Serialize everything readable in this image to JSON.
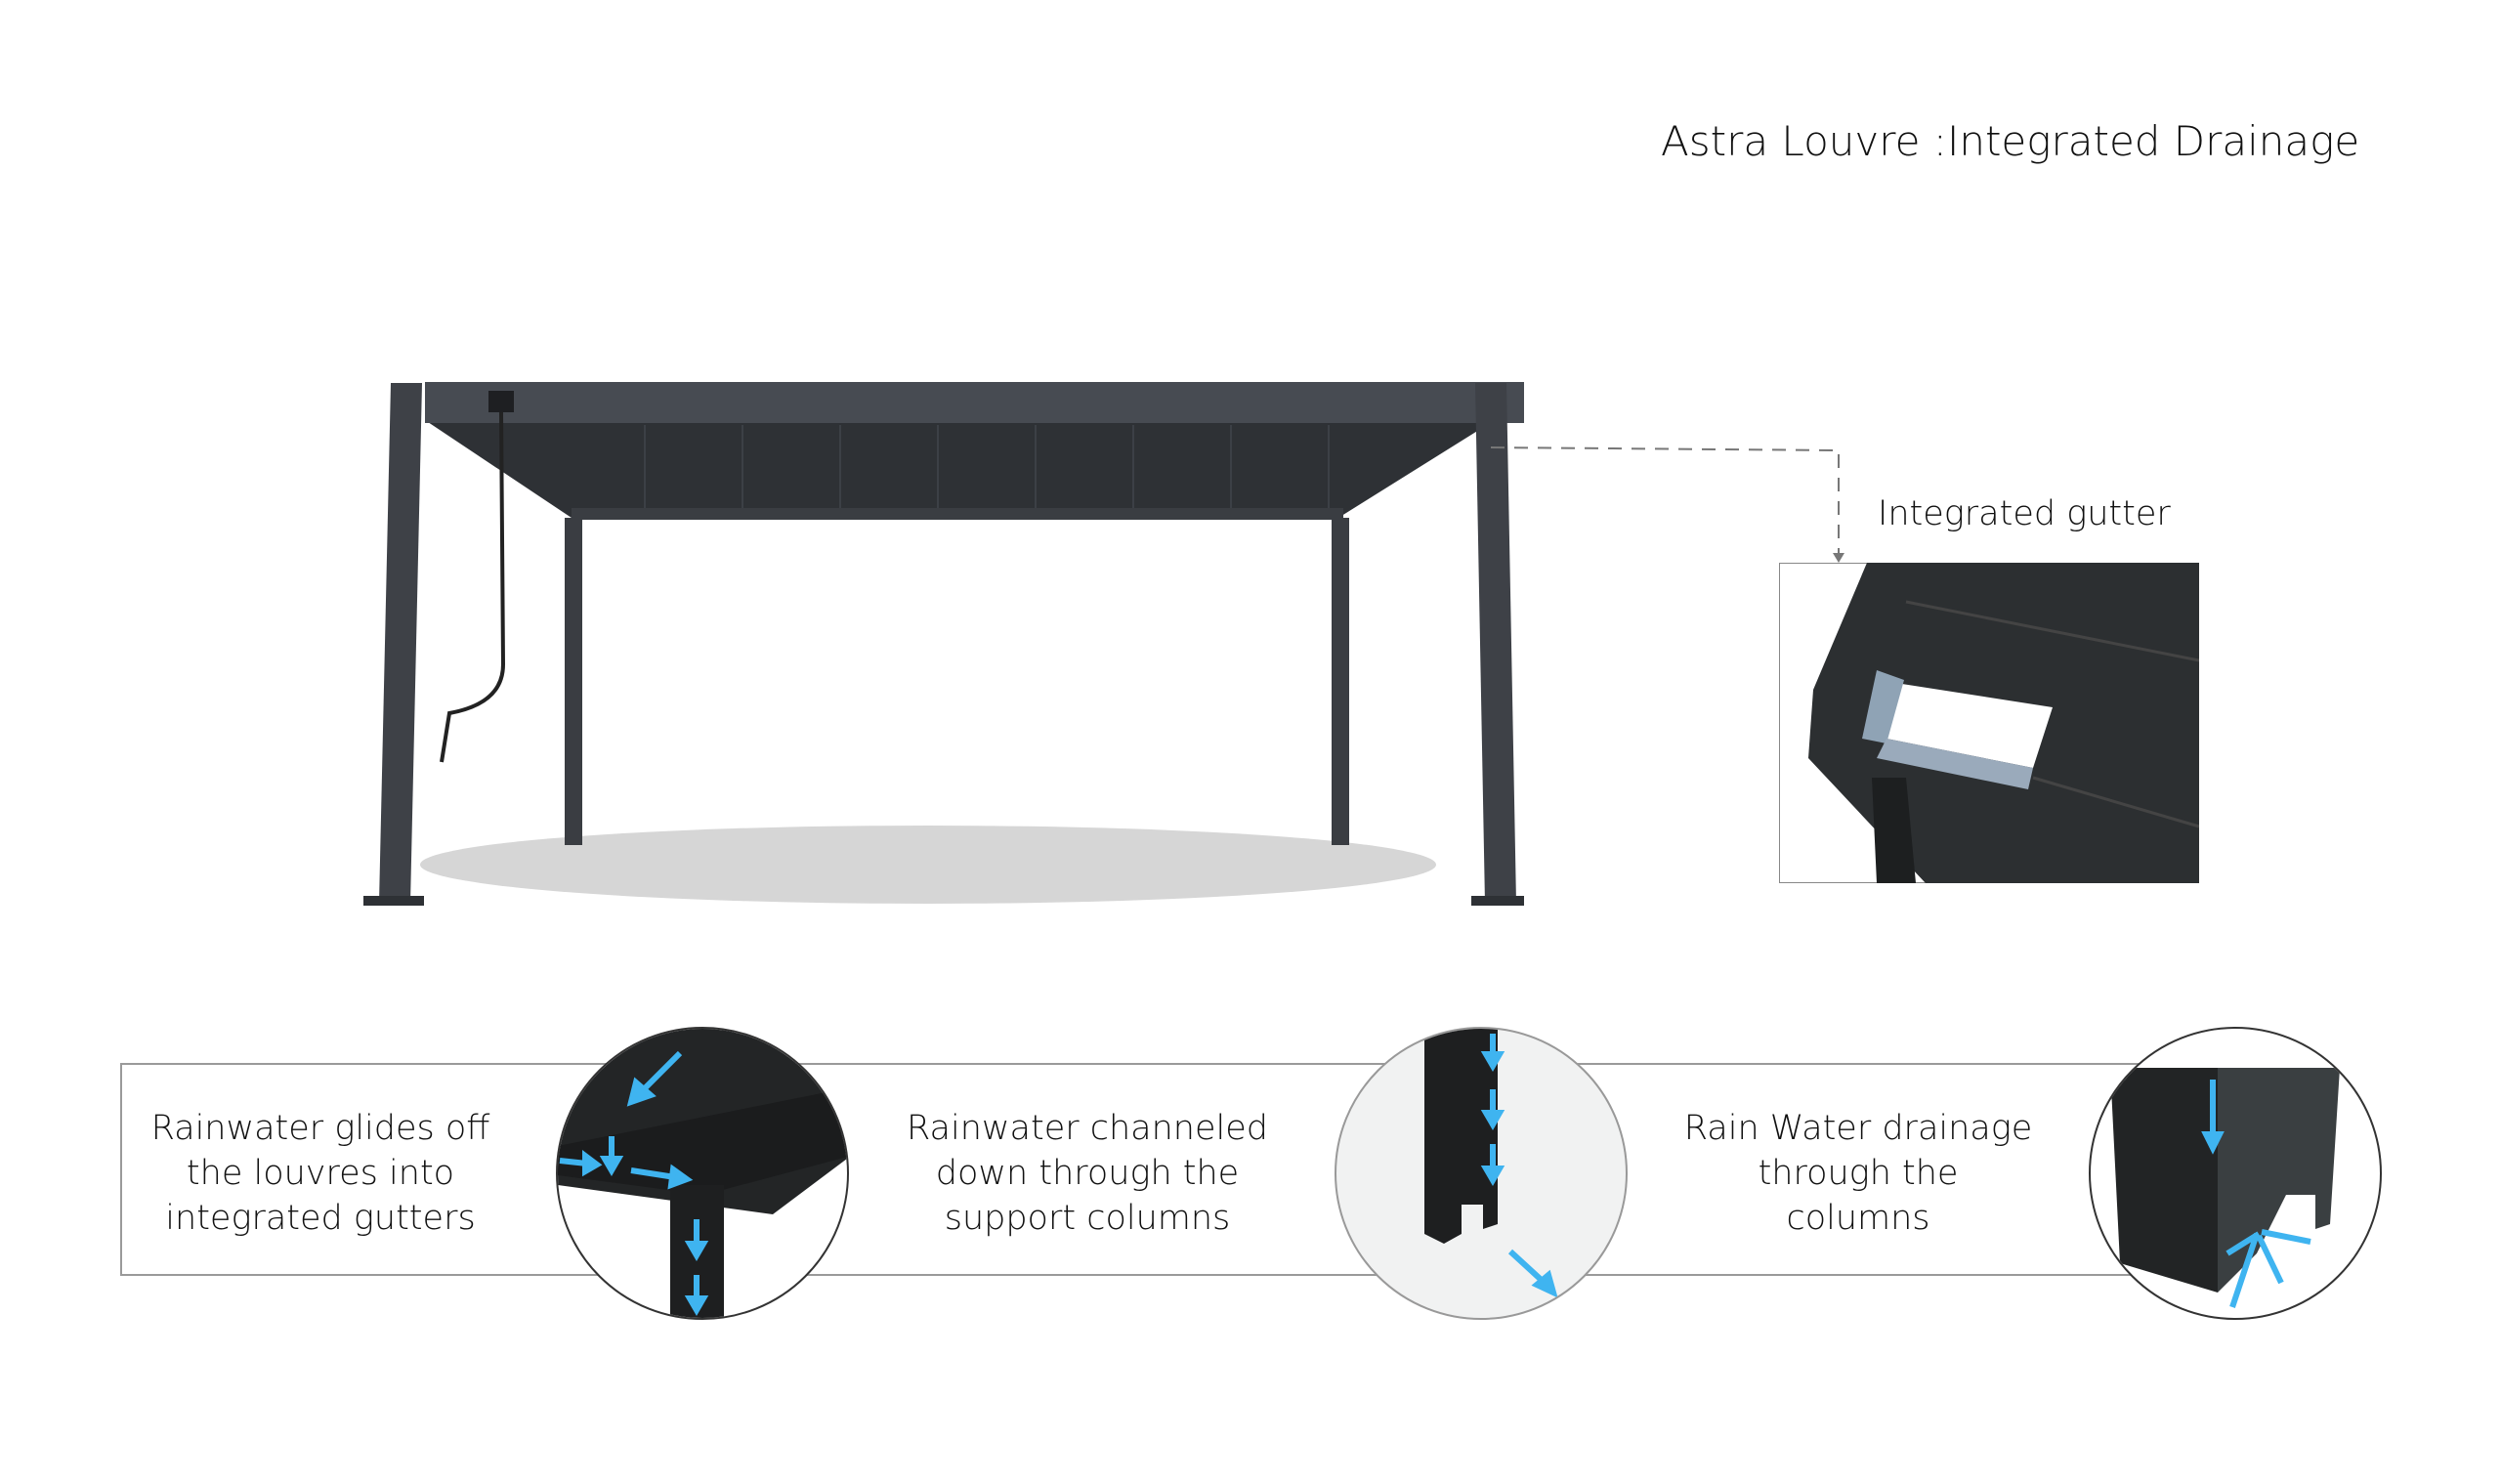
{
  "title": "Astra Louvre :Integrated Drainage",
  "gutter": {
    "label": "Integrated gutter"
  },
  "steps": [
    {
      "lines": [
        "Rainwater glides off",
        "the louvres into",
        "integrated gutters"
      ]
    },
    {
      "lines": [
        "Rainwater channeled",
        "down through the",
        "support columns"
      ]
    },
    {
      "lines": [
        "Rain Water drainage",
        "through the",
        "columns"
      ]
    }
  ],
  "colors": {
    "frame": "#3a3d42",
    "water": "#3fb4f0",
    "dark": "#222426"
  }
}
